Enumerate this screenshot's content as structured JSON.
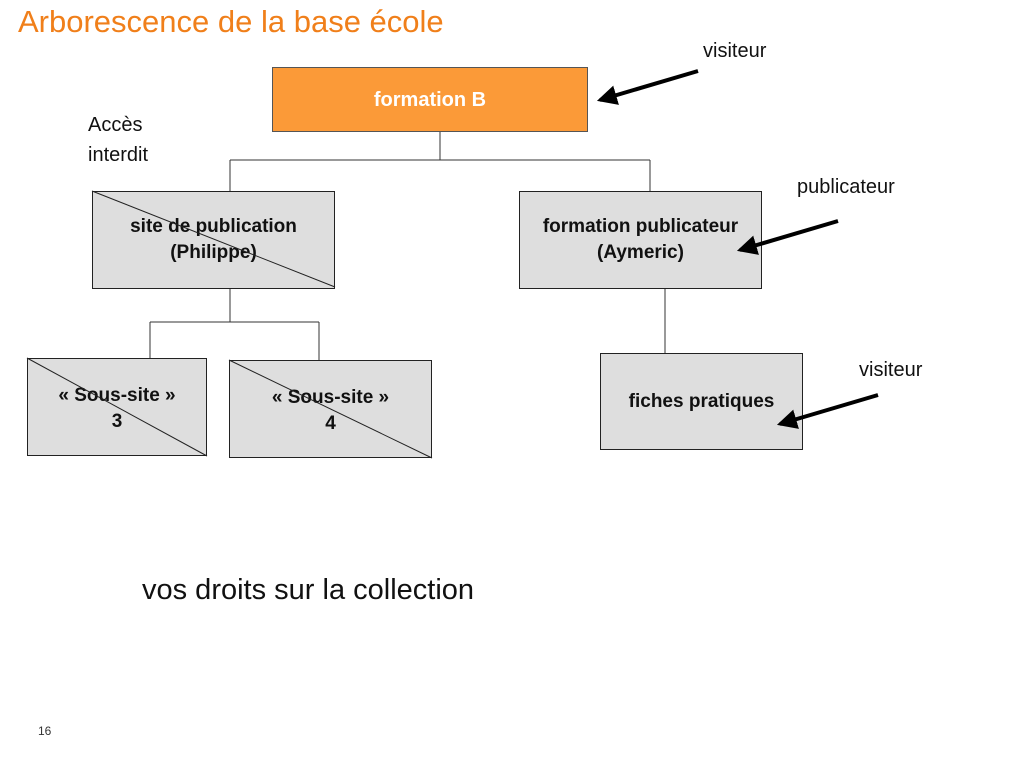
{
  "title": "Arborescence de la base école",
  "nodes": {
    "root": "formation B",
    "site_publication": [
      "site de publication",
      "(Philippe)"
    ],
    "formation_publicateur": [
      "formation publicateur",
      "(Aymeric)"
    ],
    "sous_site_3": [
      "« Sous-site »",
      "3"
    ],
    "sous_site_4": [
      "« Sous-site »",
      "4"
    ],
    "fiches_pratiques": "fiches pratiques"
  },
  "labels": {
    "acces_interdit": [
      "Accès",
      "interdit"
    ],
    "visiteur_top": "visiteur",
    "publicateur": "publicateur",
    "visiteur_bottom": "visiteur"
  },
  "caption": "vos droits sur la collection",
  "page_number": "16"
}
